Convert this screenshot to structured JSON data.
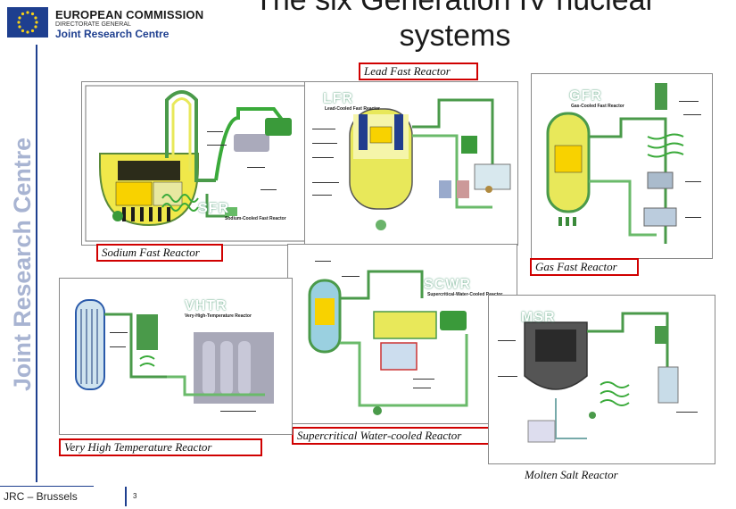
{
  "header": {
    "org_line1": "EUROPEAN COMMISSION",
    "org_line2": "DIRECTORATE GENERAL",
    "org_line3": "Joint Research Centre",
    "title": "The six Generation IV nuclear systems",
    "side_text": "Joint Research Centre"
  },
  "reactors": {
    "lfr": {
      "label": "Lead Fast Reactor",
      "tag": "LFR",
      "subtitle": "Lead-Cooled Fast Reactor"
    },
    "sfr": {
      "label": "Sodium Fast Reactor",
      "tag": "SFR",
      "subtitle": "Sodium-Cooled Fast Reactor"
    },
    "gfr": {
      "label": "Gas Fast Reactor",
      "tag": "GFR",
      "subtitle": "Gas-Cooled Fast Reactor"
    },
    "vhtr": {
      "label": "Very High Temperature Reactor",
      "tag": "VHTR",
      "subtitle": "Very-High-Temperature Reactor"
    },
    "scwr": {
      "label": "Supercritical Water-cooled Reactor",
      "tag": "SCWR",
      "subtitle": "Supercritical-Water-Cooled Reactor"
    },
    "msr": {
      "label": "Molten Salt Reactor",
      "tag": "MSR"
    }
  },
  "footer": {
    "location": "JRC – Brussels",
    "page": "3"
  },
  "colors": {
    "brand_blue": "#1e3f8f",
    "label_border": "#d00000",
    "coolant_yellow": "#e8e85a",
    "pipe_green": "#4a9a4a"
  }
}
